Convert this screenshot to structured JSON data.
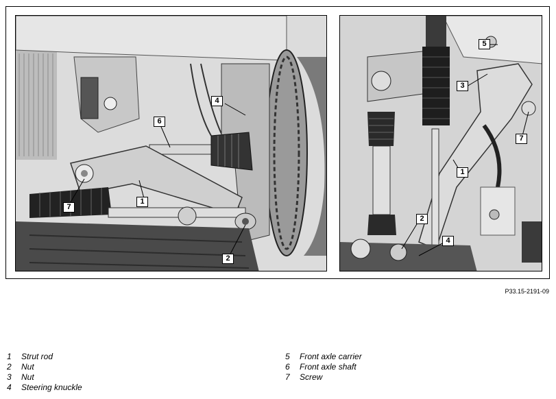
{
  "figure_id": "P33.15-2191-09",
  "callouts": {
    "left": [
      "1",
      "2",
      "4",
      "6",
      "7"
    ],
    "right": [
      "1",
      "2",
      "3",
      "4",
      "5",
      "7"
    ]
  },
  "legend": {
    "column1": [
      {
        "num": "1",
        "label": "Strut rod"
      },
      {
        "num": "2",
        "label": "Nut"
      },
      {
        "num": "3",
        "label": "Nut"
      },
      {
        "num": "4",
        "label": "Steering knuckle"
      }
    ],
    "column2": [
      {
        "num": "5",
        "label": "Front axle carrier"
      },
      {
        "num": "6",
        "label": "Front axle shaft"
      },
      {
        "num": "7",
        "label": "Screw"
      }
    ]
  }
}
